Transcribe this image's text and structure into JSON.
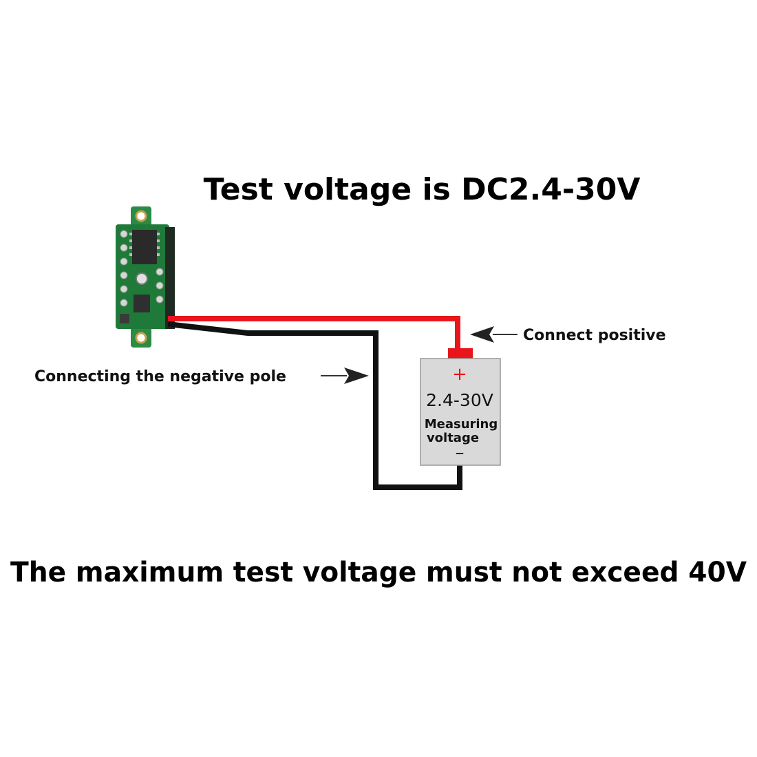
{
  "title": "Test voltage is DC2.4-30V",
  "footer": "The maximum test voltage must not exceed 40V",
  "labels": {
    "positive": "Connect positive",
    "negative": "Connecting the negative pole"
  },
  "battery": {
    "plus": "+",
    "range": "2.4-30V",
    "line1": "Measuring",
    "line2": "voltage",
    "minus": "–"
  },
  "colors": {
    "red_wire": "#e8161b",
    "black_wire": "#111111",
    "battery_fill": "#d9d9d9",
    "pcb_green": "#1f7a3a"
  }
}
